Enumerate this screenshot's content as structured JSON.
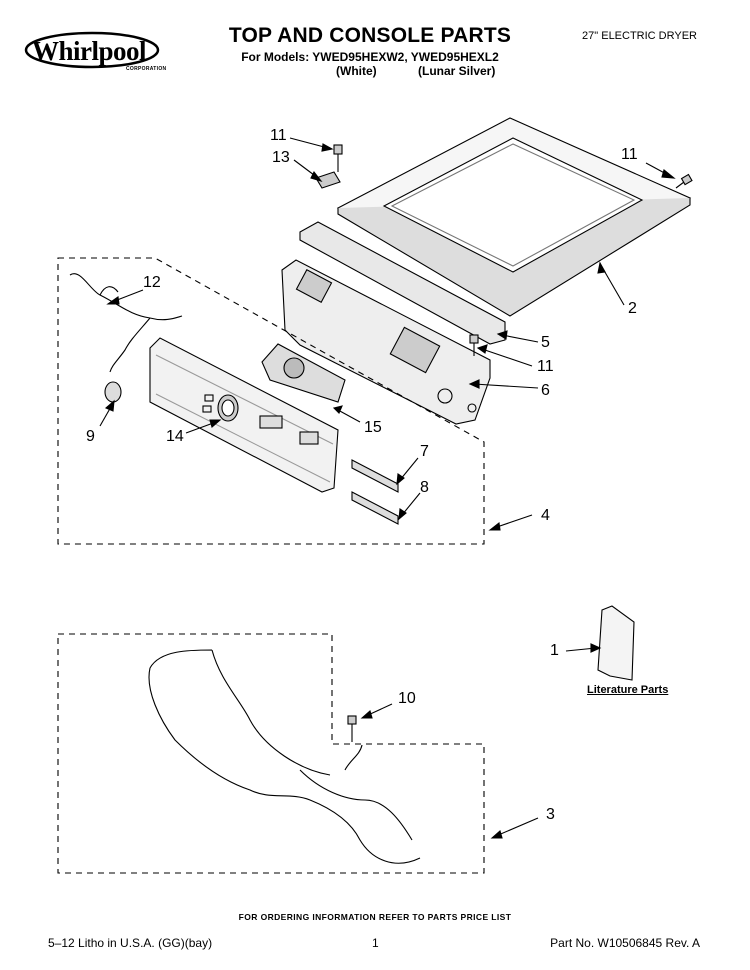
{
  "header": {
    "brand": "Whirlpool",
    "brand_sub": "CORPORATION",
    "title": "TOP AND CONSOLE PARTS",
    "models_line": "For Models: YWED95HEXW2, YWED95HEXL2",
    "color_1": "(White)",
    "color_2": "(Lunar Silver)",
    "product": "27\" ELECTRIC DRYER"
  },
  "callouts": [
    "11",
    "13",
    "11",
    "12",
    "2",
    "5",
    "11",
    "6",
    "9",
    "14",
    "15",
    "7",
    "8",
    "4",
    "1",
    "10",
    "3"
  ],
  "literature_label": "Literature Parts",
  "footer": {
    "order_info": "FOR ORDERING INFORMATION REFER TO PARTS PRICE LIST",
    "litho": "5–12 Litho in U.S.A. (GG)(bay)",
    "page": "1",
    "part_no": "Part No. W10506845 Rev. A"
  }
}
